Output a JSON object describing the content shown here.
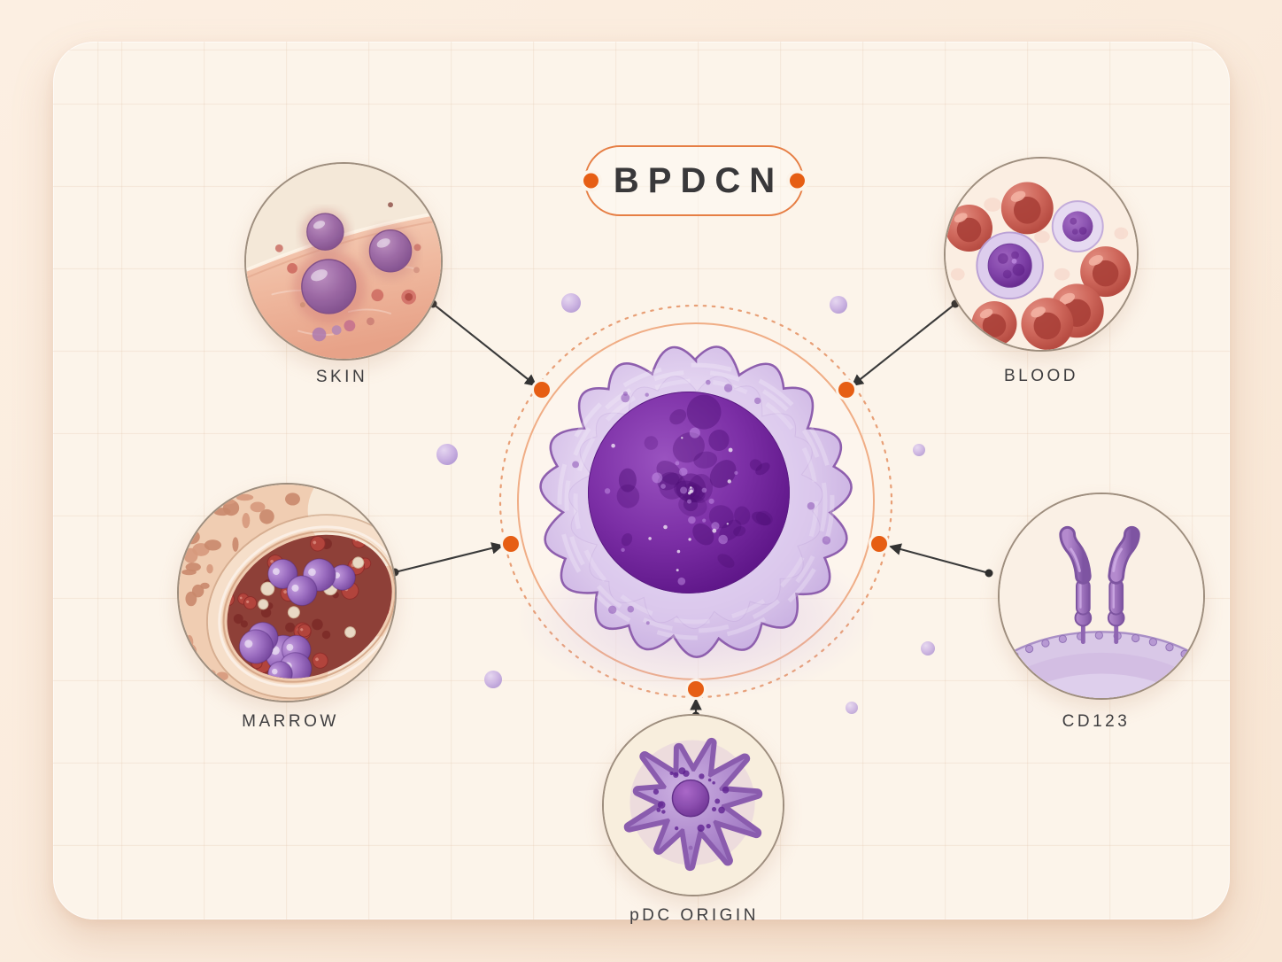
{
  "title": {
    "label": "BPDCN"
  },
  "nodes": [
    {
      "id": "skin",
      "label": "SKIN",
      "icon": "skin-lesions-illustration"
    },
    {
      "id": "blood",
      "label": "BLOOD",
      "icon": "blood-cells-illustration"
    },
    {
      "id": "marrow",
      "label": "MARROW",
      "icon": "bone-marrow-illustration"
    },
    {
      "id": "cd123",
      "label": "CD123",
      "icon": "cd123-receptor-illustration"
    },
    {
      "id": "pdc",
      "label": "pDC ORIGIN",
      "icon": "plasmacytoid-dendritic-cell-illustration"
    }
  ],
  "center": {
    "icon": "bpdcn-tumor-cell-illustration"
  },
  "colors": {
    "accent_orange": "#e65e14",
    "pill_border": "#e67e44",
    "ring_solid": "#f0ad85",
    "ring_dashed": "#e79a70",
    "connector": "#3a3a3a",
    "text": "#3e3d3f",
    "background": "#faebdc",
    "card": "#fcf4ea"
  }
}
